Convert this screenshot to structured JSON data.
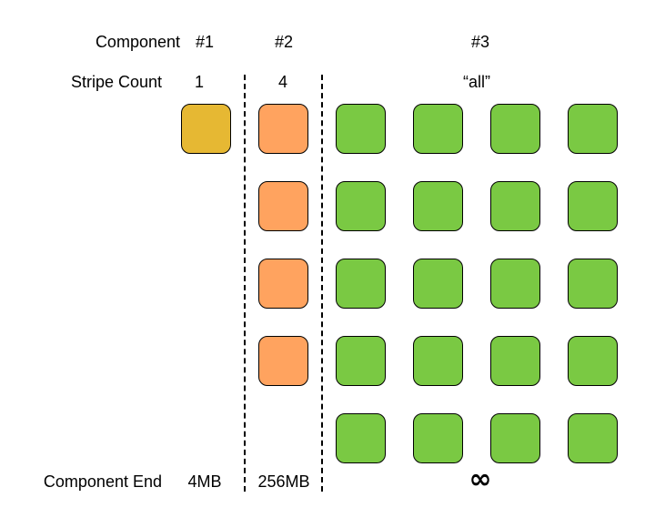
{
  "labels": {
    "component": "Component",
    "stripe_count": "Stripe Count",
    "component_end": "Component End"
  },
  "components": [
    {
      "id": "#1",
      "stripe_count": "1",
      "end": "4MB",
      "color": "#E6B833"
    },
    {
      "id": "#2",
      "stripe_count": "4",
      "end": "256MB",
      "color": "#FFA35F"
    },
    {
      "id": "#3",
      "stripe_count": "“all”",
      "end": "∞",
      "color": "#7AC943"
    }
  ],
  "stripes": {
    "component_1": {
      "count": 1
    },
    "component_2": {
      "count": 4
    },
    "component_3": {
      "columns": 4,
      "rows": 5
    }
  },
  "line_style": "dashed"
}
